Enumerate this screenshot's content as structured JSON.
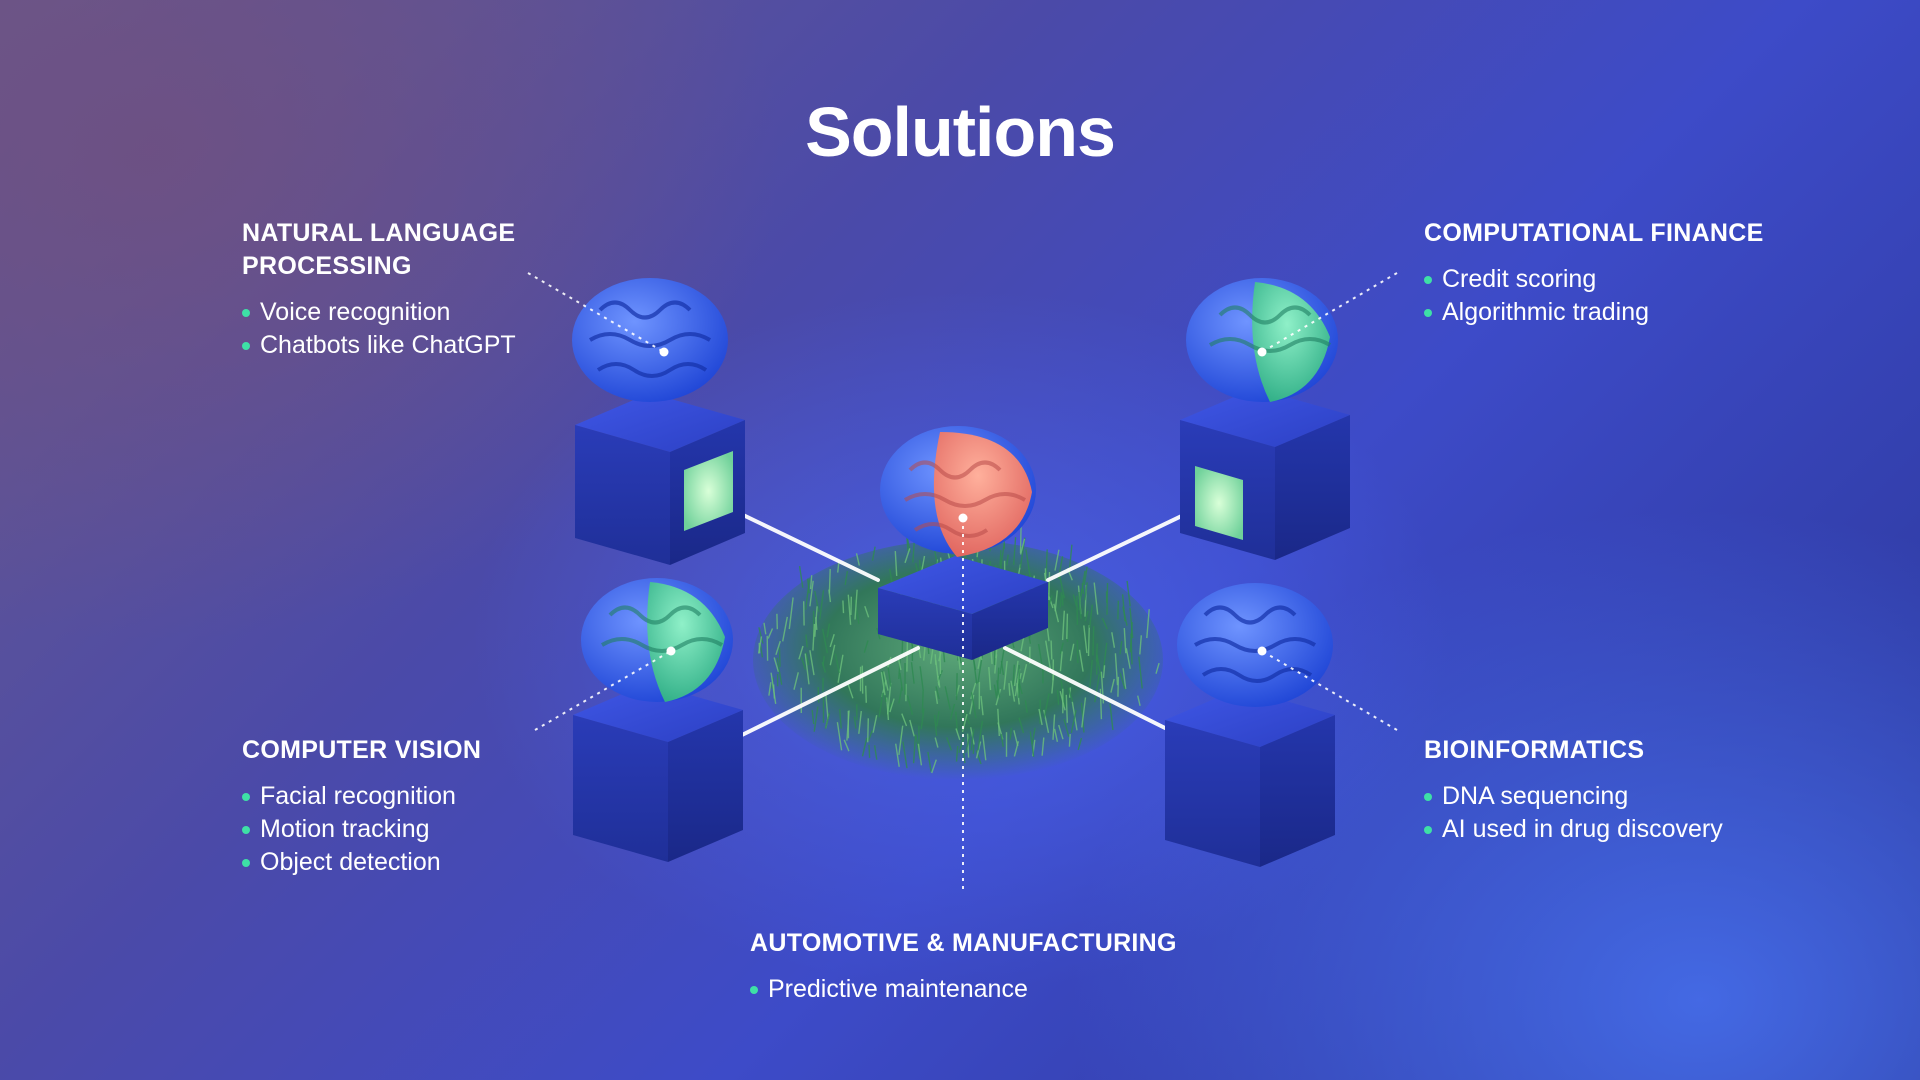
{
  "title": "Solutions",
  "colors": {
    "bullet": "#3ee0a6",
    "brain_blue": "#2d5be8",
    "brain_green": "#3cc9a0",
    "brain_coral": "#f07a70",
    "cube": "#2b3fbf",
    "grass": "#3d8f5a"
  },
  "categories": [
    {
      "id": "nlp",
      "heading_lines": [
        "NATURAL LANGUAGE",
        "PROCESSING"
      ],
      "items": [
        "Voice recognition",
        "Chatbots like ChatGPT"
      ],
      "brain_icon": "brain-blue-icon"
    },
    {
      "id": "cf",
      "heading_lines": [
        "COMPUTATIONAL FINANCE"
      ],
      "items": [
        "Credit scoring",
        "Algorithmic trading"
      ],
      "brain_icon": "brain-blue-green-icon"
    },
    {
      "id": "cv",
      "heading_lines": [
        "COMPUTER VISION"
      ],
      "items": [
        "Facial recognition",
        "Motion tracking",
        "Object detection"
      ],
      "brain_icon": "brain-blue-green-icon"
    },
    {
      "id": "bio",
      "heading_lines": [
        "BIOINFORMATICS"
      ],
      "items": [
        "DNA sequencing",
        "AI used in drug discovery"
      ],
      "brain_icon": "brain-blue-icon"
    },
    {
      "id": "auto",
      "heading_lines": [
        "AUTOMOTIVE & MANUFACTURING"
      ],
      "items": [
        "Predictive maintenance"
      ],
      "brain_icon": "brain-coral-icon"
    }
  ]
}
